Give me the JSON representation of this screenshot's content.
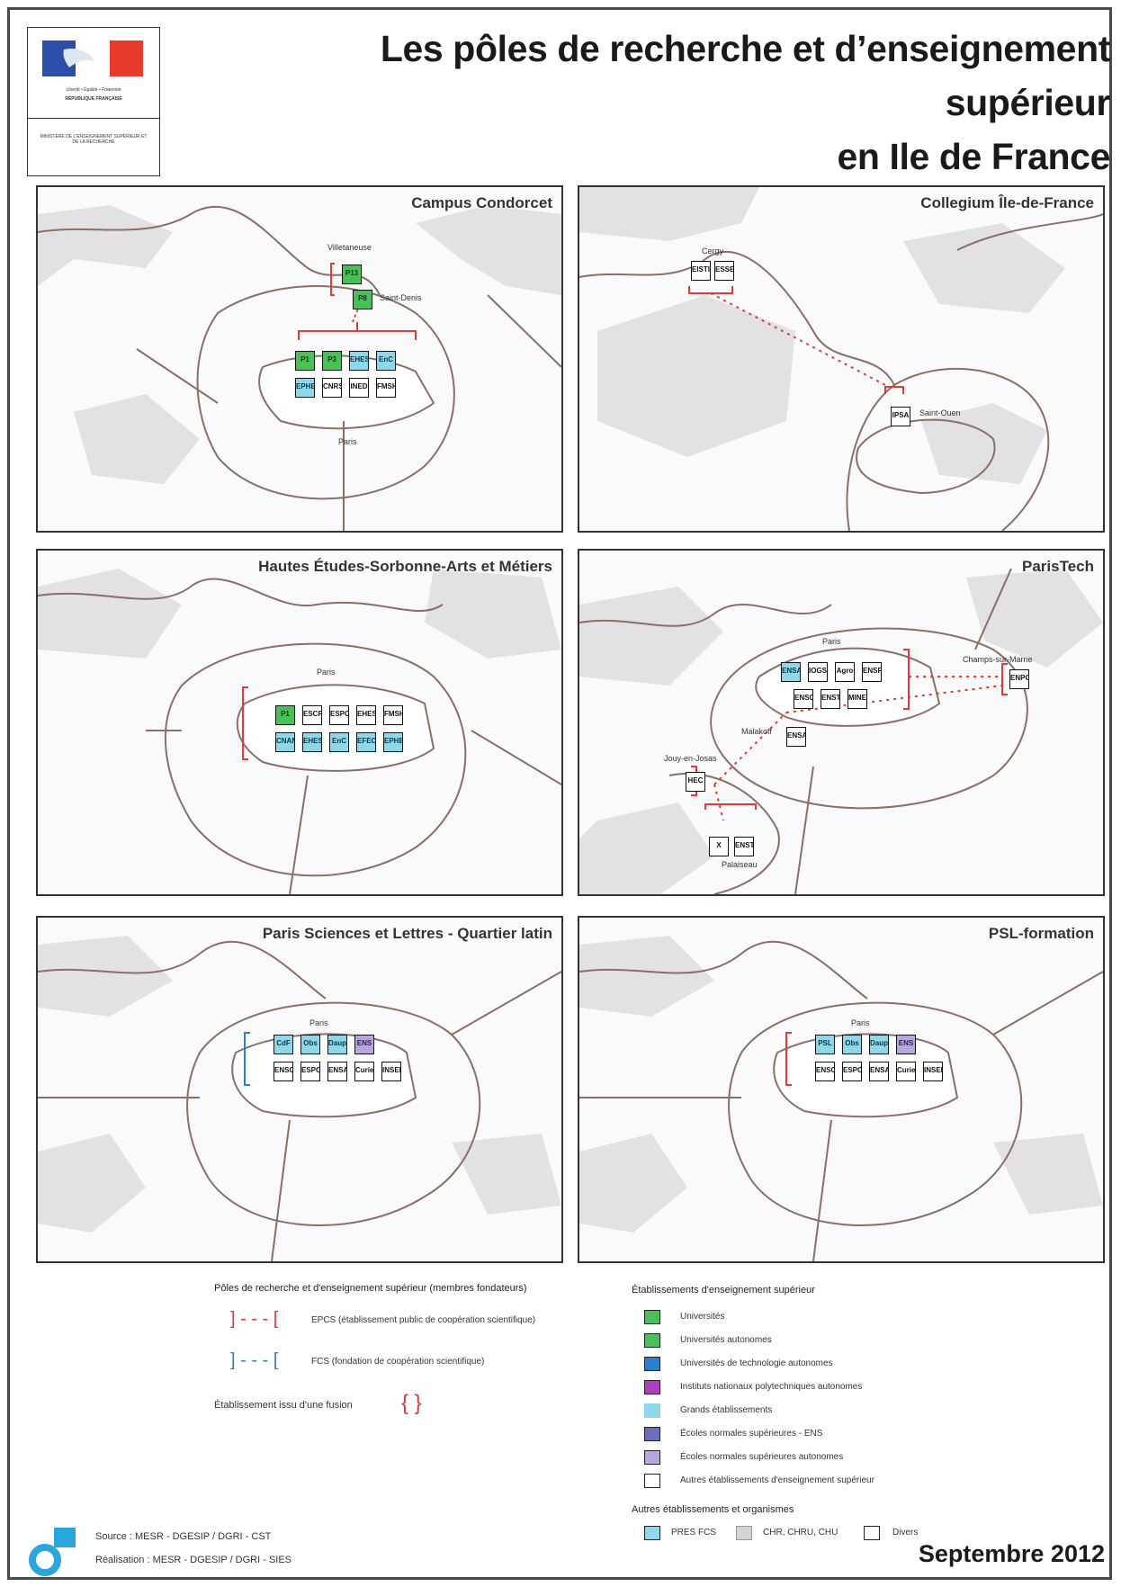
{
  "header": {
    "title_line1": "Les pôles de recherche et d’enseignement supérieur",
    "title_line2": "en Ile de France",
    "logo": {
      "motto": "Liberté • Égalité • Fraternité",
      "republic": "RÉPUBLIQUE FRANÇAISE",
      "ministry": "MINISTÈRE DE L'ENSEIGNEMENT SUPÉRIEUR ET DE LA RECHERCHE"
    }
  },
  "colors": {
    "university": "#4bbf5a",
    "grand_etablissement": "#8fd8ec",
    "ens_autonome": "#b8a6de",
    "epcs": "#e03a3a",
    "fcs": "#2c7fd0",
    "land": "#e2e2e2",
    "border": "#8a6f66"
  },
  "panels": [
    {
      "title": "Campus Condorcet",
      "places": [
        "Villetaneuse",
        "Saint-Denis",
        "Paris"
      ],
      "boxes": [
        "P13",
        "P8",
        "P1",
        "P3",
        "EHESS",
        "EnC",
        "EPHE",
        "CNRS",
        "INED",
        "FMSH"
      ]
    },
    {
      "title": "Collegium Île-de-France",
      "places": [
        "Cergy",
        "Saint-Ouen"
      ],
      "boxes": [
        "EISTI",
        "ESSEC",
        "IPSA"
      ]
    },
    {
      "title": "Hautes Études-Sorbonne-Arts et Métiers",
      "places": [
        "Paris"
      ],
      "boxes": [
        "P1",
        "ESCP",
        "ESPCI",
        "EHESS",
        "FMSH",
        "CNAM",
        "EHESS",
        "EnC",
        "EFEO",
        "EPHE"
      ]
    },
    {
      "title": "ParisTech",
      "places": [
        "Paris",
        "Champs-sur-Marne",
        "Malakoff",
        "Jouy-en-Josas",
        "Palaiseau"
      ],
      "boxes": [
        "ENSAM",
        "IOGS",
        "Agro",
        "ENSPCI",
        "ENSCP",
        "ENSTA",
        "MINES",
        "ENPC",
        "ENSAE",
        "HEC",
        "X",
        "ENSTA"
      ]
    },
    {
      "title": "Paris Sciences et Lettres - Quartier latin",
      "places": [
        "Paris"
      ],
      "boxes": [
        "CdF",
        "Obs",
        "Dauph",
        "ENS",
        "ENSCP",
        "ESPCI",
        "ENSAD",
        "Curie",
        "INSERM"
      ]
    },
    {
      "title": "PSL-formation",
      "places": [
        "Paris"
      ],
      "boxes": [
        "PSL",
        "Obs",
        "Dauph",
        "ENS",
        "ENSC",
        "ESPCI",
        "ENSAD",
        "Curie",
        "INSERM"
      ]
    }
  ],
  "legend": {
    "poles_title": "Pôles de recherche et d'enseignement supérieur (membres fondateurs)",
    "epcs": "EPCS (établissement public de coopération scientifique)",
    "fcs": "FCS (fondation de coopération scientifique)",
    "fusion": "Établissement issu d'une fusion",
    "etab_title": "Établissements d'enseignement supérieur",
    "etab_items": [
      "Universités",
      "Universités autonomes",
      "Universités de technologie autonomes",
      "Instituts nationaux polytechniques autonomes",
      "Grands établissements",
      "Écoles normales supérieures - ENS",
      "Écoles normales supérieures autonomes",
      "Autres établissements d'enseignement supérieur"
    ],
    "autres_title": "Autres établissements et organismes",
    "autres_items": [
      "PRES FCS",
      "CHR, CHRU, CHU",
      "Divers"
    ]
  },
  "footer": {
    "source": "Source : MESR - DGESIP / DGRI - CST",
    "realisation": "Réalisation : MESR - DGESIP / DGRI - SIES",
    "date": "Septembre 2012"
  }
}
